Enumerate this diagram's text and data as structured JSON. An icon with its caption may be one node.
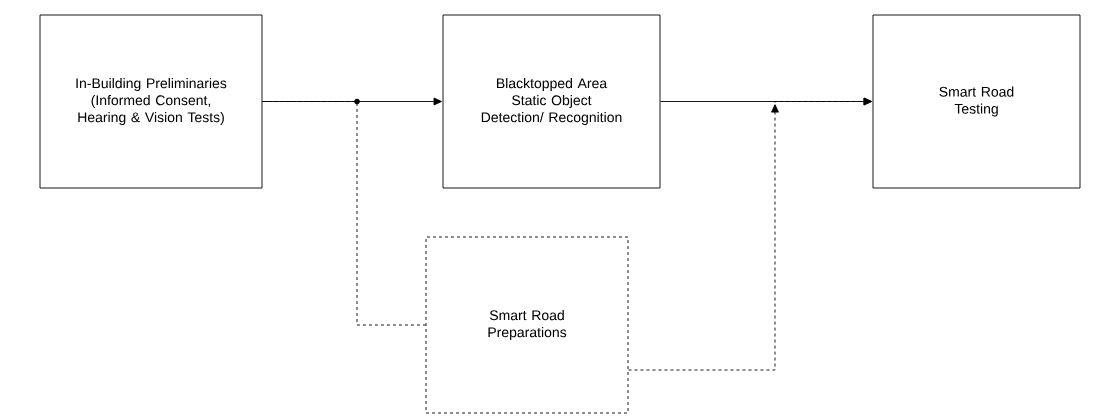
{
  "diagram": {
    "nodes": [
      {
        "text": [
          "In-Building Preliminaries (Informed Consent, Hearing & Vision Tests)"
        ]
      },
      {
        "text": [
          "Blacktopped Area Static Object Detection/ Recognition"
        ]
      },
      {
        "text": [
          "Smart Road Testing"
        ]
      },
      {
        "text": [
          "Smart Road Preparations"
        ]
      }
    ],
    "edges": [
      {
        "from": 0,
        "to": 1,
        "arrow": "to"
      },
      {
        "from": 1,
        "to": 2,
        "arrow": "to"
      },
      {
        "from": 0,
        "to": 3,
        "arrow": "none",
        "style": "dashed"
      },
      {
        "from": 3,
        "to": 2,
        "arrow": "to",
        "style": "dashed"
      }
    ]
  }
}
